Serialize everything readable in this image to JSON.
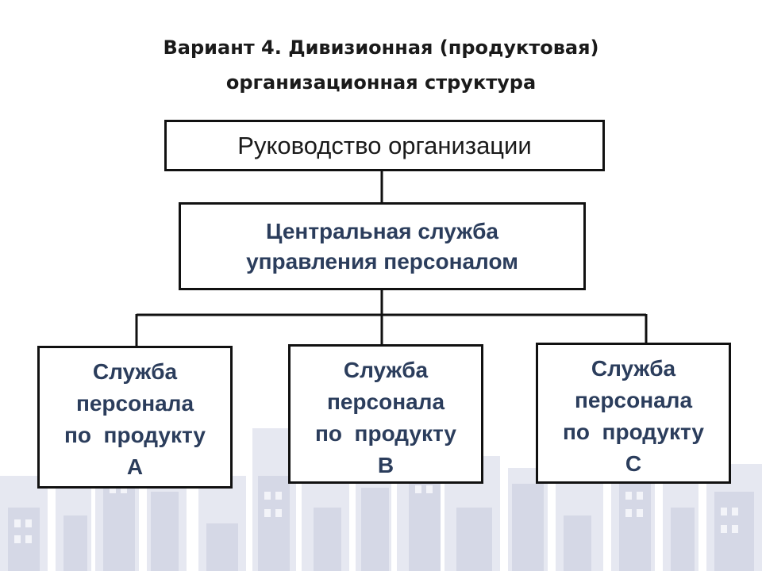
{
  "title": {
    "line1": "Вариант 4. Дивизионная (продуктовая)",
    "line2": "организационная структура"
  },
  "nodes": {
    "top": "Руководство организации",
    "central": {
      "line1": "Центральная служба",
      "line2": "управления персоналом"
    },
    "units": [
      {
        "line1": "Служба",
        "line2": "персонала",
        "line3": "по  продукту",
        "line4": "А"
      },
      {
        "line1": "Служба",
        "line2": "персонала",
        "line3": "по  продукту",
        "line4": "В"
      },
      {
        "line1": "Служба",
        "line2": "персонала",
        "line3": "по  продукту",
        "line4": "С"
      }
    ]
  },
  "colors": {
    "box_border": "#111111",
    "box_text_dark": "#1a1a1a",
    "box_text_blue": "#2b3d5c",
    "skyline": "#d9dcea"
  }
}
